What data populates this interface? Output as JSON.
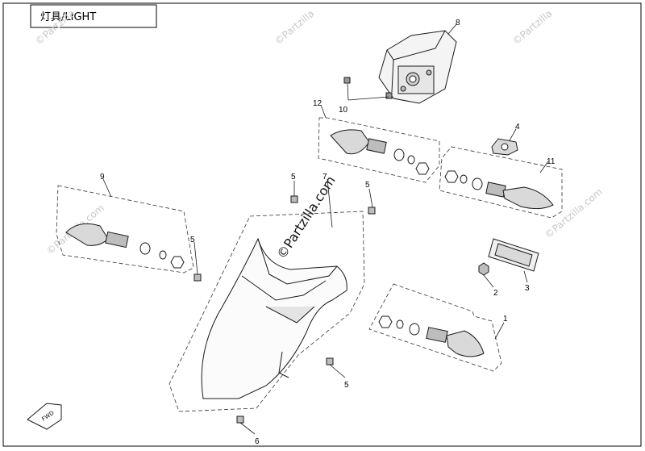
{
  "title": "灯具/LIGHT",
  "fwd_label": "FWD",
  "watermark": "©Partzilla",
  "center_watermark": "©Partzilla.com",
  "corner_watermark": "©Partzilla.com",
  "callouts": {
    "c1": "1",
    "c2": "2",
    "c3": "3",
    "c4": "4",
    "c5a": "5",
    "c5b": "5",
    "c5c": "5",
    "c5d": "5",
    "c6": "6",
    "c7": "7",
    "c8": "8",
    "c9": "9",
    "c10": "10",
    "c11": "11",
    "c12": "12"
  },
  "colors": {
    "line": "#1a1a1a",
    "dash": "#333333",
    "fill_grey": "#d9d9d9",
    "watermark": "#c8c8c8"
  }
}
